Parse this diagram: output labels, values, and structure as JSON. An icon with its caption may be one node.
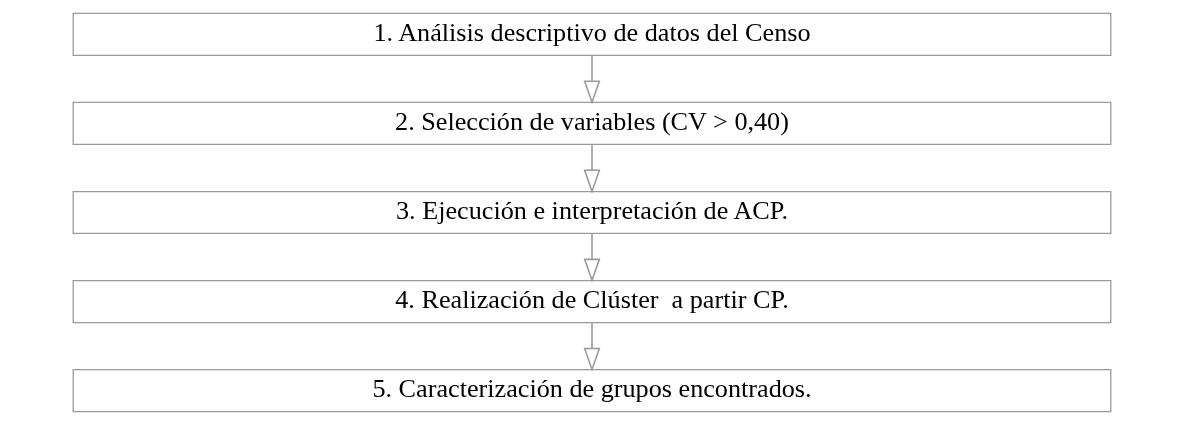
{
  "diagram": {
    "nodes": [
      {
        "text": [
          "1. Análisis descriptivo de datos del Censo"
        ]
      },
      {
        "text": [
          "2. Selección de variables (CV > 0,40)"
        ]
      },
      {
        "text": [
          "3. Ejecución e interpretación de ACP."
        ]
      },
      {
        "text": [
          "4. Realización de Clúster  a partir CP."
        ]
      },
      {
        "text": [
          "5. Caracterización de grupos encontrados."
        ]
      }
    ],
    "edges": [
      {
        "from": 0,
        "to": 1,
        "arrow": "to"
      },
      {
        "from": 1,
        "to": 2,
        "arrow": "to"
      },
      {
        "from": 2,
        "to": 3,
        "arrow": "to"
      },
      {
        "from": 3,
        "to": 4,
        "arrow": "to"
      }
    ]
  }
}
